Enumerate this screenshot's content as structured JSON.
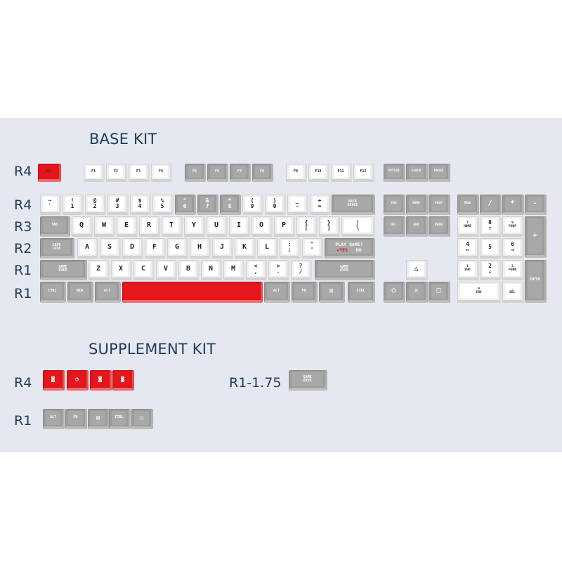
{
  "base_kit": {
    "title": "BASE KIT",
    "row_labels": [
      "R4",
      "R4",
      "R3",
      "R2",
      "R1",
      "R1"
    ]
  },
  "supplement_kit": {
    "title": "SUPPLEMENT KIT",
    "row_labels": [
      "R4",
      "R1"
    ],
    "extra_label": "R1-1.75"
  },
  "keys": {
    "esc": "ESC",
    "f1": "F1",
    "f2": "F2",
    "f3": "F3",
    "f4": "F4",
    "f5": "F5",
    "f6": "F6",
    "f7": "F7",
    "f8": "F8",
    "f9": "F9",
    "f10": "F10",
    "f11": "F11",
    "f12": "F12",
    "prtsc": "PRTSCR",
    "scrlk": "SCRLK",
    "pause": "PAUSE",
    "tilde": "~\n`",
    "n1": "!\n1",
    "n2": "@\n2",
    "n3": "#\n3",
    "n4": "$\n4",
    "n5": "%\n5",
    "n6": "^\n6",
    "n7": "&\n7",
    "n8": "*\n8",
    "n9": "(\n9",
    "n0": ")\n0",
    "minus": "_\n-",
    "equal": "+\n=",
    "backspace": "BACK\nSPACE",
    "ins": "INS",
    "home": "HOME",
    "pgup": "PGUP",
    "numlock": "Num",
    "kp_div": "/",
    "kp_mul": "*",
    "kp_minus": "-",
    "tab": "TAB",
    "q": "Q",
    "w": "W",
    "e": "E",
    "r": "R",
    "t": "T",
    "y": "Y",
    "u": "U",
    "i": "I",
    "o": "O",
    "p": "P",
    "lbracket": "{\n[",
    "rbracket": "}\n]",
    "backslash": "|\n\\",
    "del": "DEL",
    "end": "END",
    "pgdn": "PGDN",
    "kp7": "7\nHOME",
    "kp8": "8\n↑",
    "kp9": "9\nPGUP",
    "kp_plus": "+",
    "caps": "CAPS\nLOCK",
    "a": "A",
    "s": "S",
    "d": "D",
    "f": "F",
    "g": "G",
    "h": "H",
    "j": "J",
    "k": "K",
    "l": "L",
    "semicolon": ":\n;",
    "quote": "\"\n'",
    "enter_line1": "PLAY GAME?",
    "enter_yes": "▸YES",
    "enter_no": "NO",
    "kp4": "4\n←",
    "kp5": "5",
    "kp6": "6\n→",
    "lshift": "GAME\nOVER",
    "z": "Z",
    "x": "X",
    "c": "C",
    "v": "V",
    "b": "B",
    "n": "N",
    "m": "M",
    "comma": "<\n,",
    "period": ">\n.",
    "slash": "?\n/",
    "rshift": "GAME\nOVER",
    "up": "△",
    "kp1": "1\nEND",
    "kp2": "2\n↓",
    "kp3": "3\nPGDN",
    "kp_enter": "ENTER",
    "lctrl": "CTRL",
    "win": "WIN",
    "lalt": "ALT",
    "ralt": "ALT",
    "fn": "FN",
    "menu": "▤",
    "rctrl": "CTRL",
    "left": "○",
    "down": "✕",
    "right": "□",
    "kp0": "0\nINS",
    "kp_dot": ".\nDEL",
    "s_ghost1": "◙",
    "s_pac": "◔",
    "s_ghost2": "◙",
    "s_ghost3": "◙",
    "s_gameover": "GAME\nOVER",
    "s_alt": "ALT",
    "s_fn": "FN",
    "s_menu": "▤",
    "s_ctrl": "CTRL",
    "s_circle": "○"
  },
  "colors": {
    "panel_bg": "#e6e8f1",
    "white_key": "#ffffff",
    "gray_key": "#a8a8a8",
    "red_key": "#e5171e",
    "title_text": "#1d3b5a"
  }
}
